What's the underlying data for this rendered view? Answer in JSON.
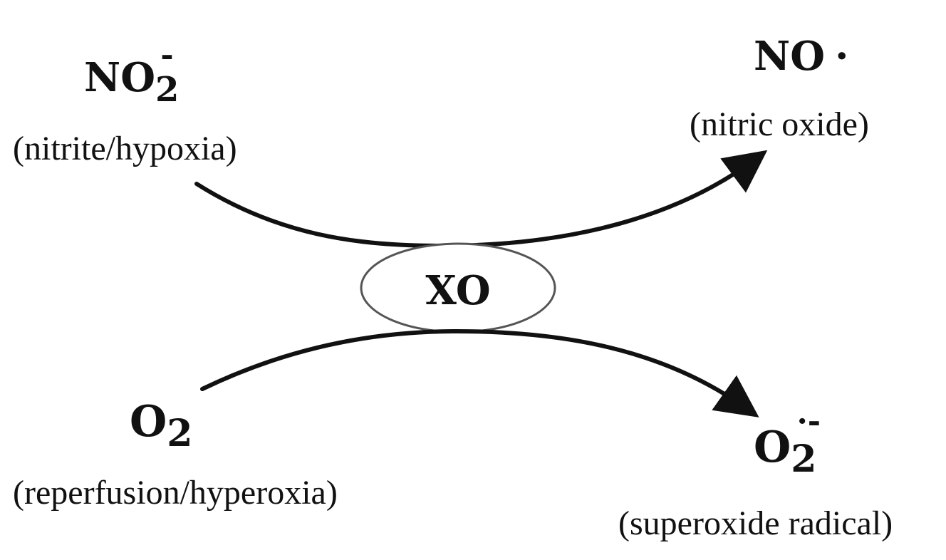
{
  "reactions": {
    "top": {
      "substrate": {
        "formula_base": "NO",
        "formula_sub": "2",
        "formula_sup": "-",
        "label": "(nitrite/hypoxia)"
      },
      "product": {
        "formula_base": "NO",
        "formula_sup": "·",
        "label": "(nitric oxide)"
      }
    },
    "bottom": {
      "substrate": {
        "formula_base": "O",
        "formula_sub": "2",
        "label": "(reperfusion/hyperoxia)"
      },
      "product": {
        "formula_base": "O",
        "formula_sub": "2",
        "formula_sup": "·-",
        "label": "(superoxide radical)"
      }
    }
  },
  "enzyme": {
    "label": "XO"
  },
  "colors": {
    "ink": "#111111",
    "ellipse_stroke": "#555555",
    "background": "#ffffff"
  }
}
